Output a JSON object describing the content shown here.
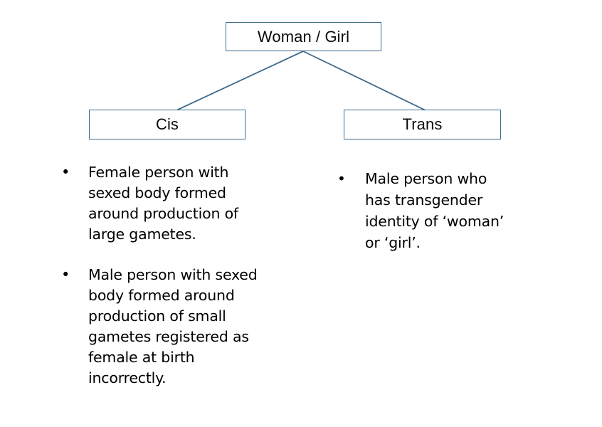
{
  "diagram": {
    "type": "hierarchy-tree",
    "background_color": "#ffffff",
    "box_border_color": "#3d6a8c",
    "connector_color": "#3d6a8c",
    "text_color": "#000000",
    "root": {
      "label": "Woman / Girl"
    },
    "branches": [
      {
        "id": "cis",
        "label": "Cis",
        "bullets": [
          {
            "marker": "•",
            "text": "Female person with\nsexed body formed\naround production of\nlarge gametes."
          },
          {
            "marker": "•",
            "text": "Male person with sexed\nbody formed around\nproduction of small\ngametes registered as\nfemale at birth\nincorrectly."
          }
        ]
      },
      {
        "id": "trans",
        "label": "Trans",
        "bullets": [
          {
            "marker": "•",
            "text": "Male person who\nhas transgender\nidentity of ‘woman’\nor ‘girl’."
          }
        ]
      }
    ]
  }
}
